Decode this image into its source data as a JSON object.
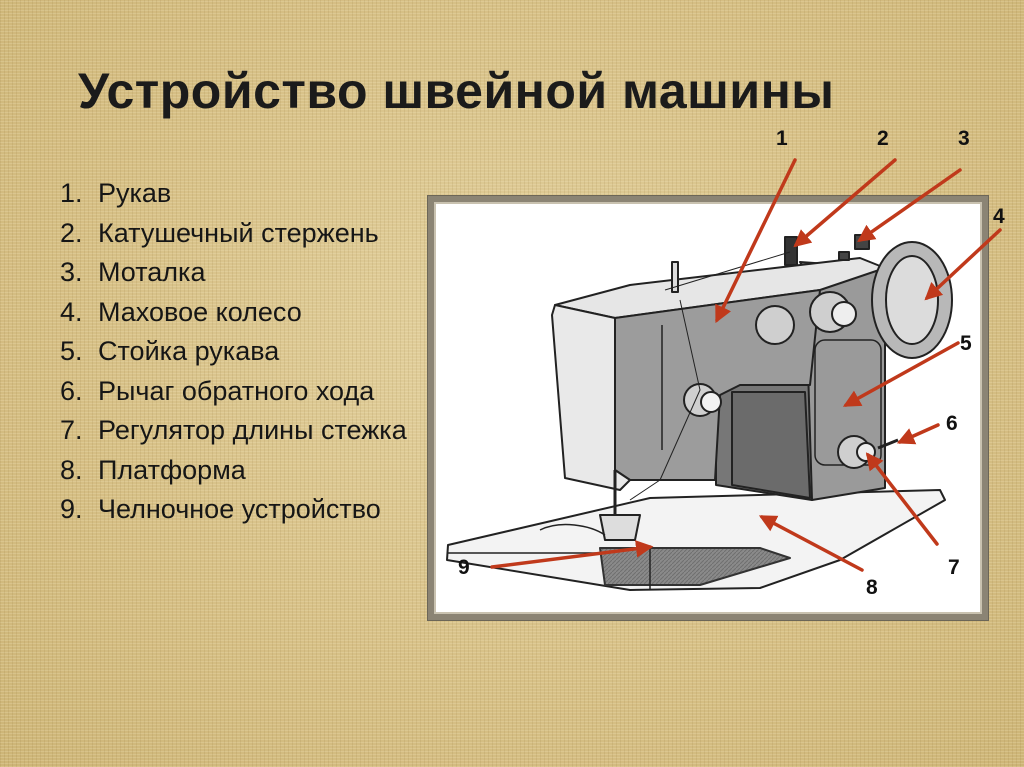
{
  "title": "Устройство швейной машины",
  "legend": [
    {
      "num": "1.",
      "text": "Рукав"
    },
    {
      "num": "2.",
      "text": "Катушечный стержень"
    },
    {
      "num": "3.",
      "text": "Моталка"
    },
    {
      "num": "4.",
      "text": "Маховое колесо"
    },
    {
      "num": "5.",
      "text": "Стойка рукава"
    },
    {
      "num": "6.",
      "text": "Рычаг обратного хода"
    },
    {
      "num": "7.",
      "text": "Регулятор длины стежка"
    },
    {
      "num": "8.",
      "text": "Платформа"
    },
    {
      "num": "9.",
      "text": "Челночное устройство"
    }
  ],
  "callouts": [
    "1",
    "2",
    "3",
    "4",
    "5",
    "6",
    "7",
    "8",
    "9"
  ],
  "colors": {
    "background": "#d9c48e",
    "arrow": "#c0391b",
    "frame": "#8b8474"
  }
}
